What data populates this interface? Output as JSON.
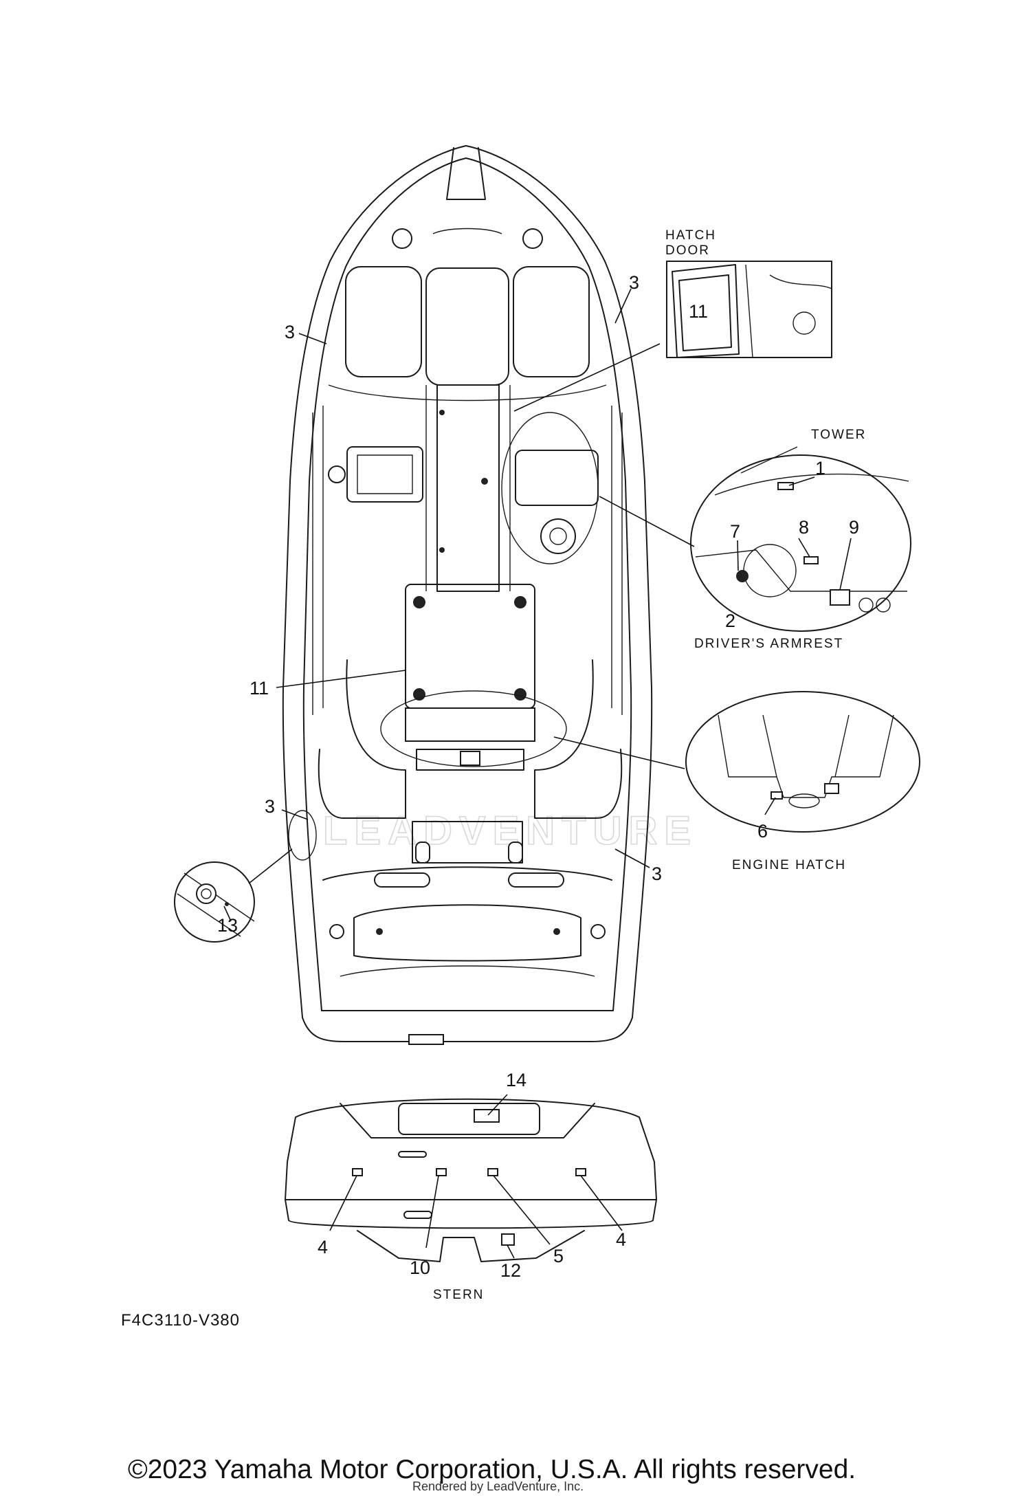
{
  "labels": {
    "hatch_door_1": "HATCH",
    "hatch_door_2": "DOOR",
    "tower": "TOWER",
    "drivers_armrest": "DRIVER'S ARMREST",
    "engine_hatch": "ENGINE HATCH",
    "stern": "STERN"
  },
  "callouts": {
    "n1": "1",
    "n2": "2",
    "n3a": "3",
    "n3b": "3",
    "n3c": "3",
    "n3d": "3",
    "n4a": "4",
    "n4b": "4",
    "n5": "5",
    "n6": "6",
    "n7": "7",
    "n8": "8",
    "n9": "9",
    "n10": "10",
    "n11a": "11",
    "n11b": "11",
    "n12": "12",
    "n13": "13",
    "n14": "14"
  },
  "watermark": "LEADVENTURE",
  "diagram_code": "F4C3110-V380",
  "copyright": "©2023 Yamaha Motor Corporation, U.S.A. All rights reserved.",
  "rendered_by": "Rendered by LeadVenture, Inc."
}
